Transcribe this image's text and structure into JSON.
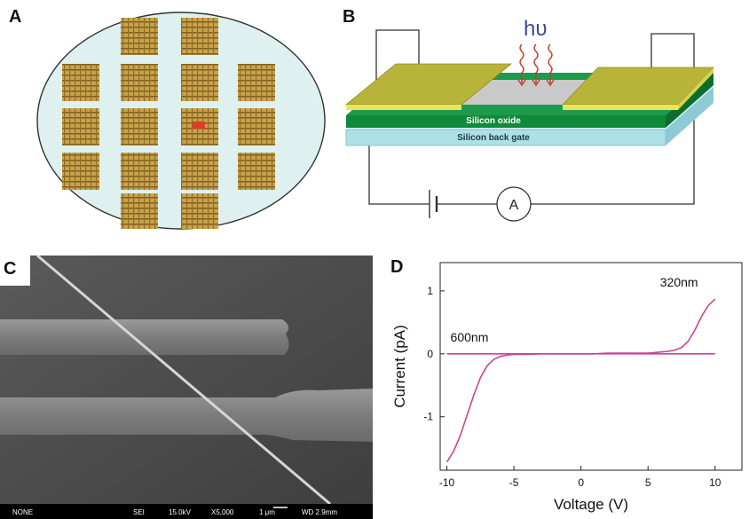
{
  "figure": {
    "panels": {
      "a": {
        "label": "A"
      },
      "b": {
        "label": "B",
        "photon_label": "hυ",
        "oxide_label": "Silicon oxide",
        "gate_label": "Silicon back gate",
        "ammeter_label": "A",
        "colors": {
          "electrode": "#b8b43a",
          "oxide": "#0f8a3a",
          "gate": "#aee0e8"
        }
      },
      "c": {
        "label": "C",
        "sem_info": {
          "detector": "NONE",
          "mode": "SEI",
          "voltage": "15.0kV",
          "magnification": "X5,000",
          "scale": "1 μm",
          "wd": "WD 2.9mm"
        }
      },
      "d": {
        "label": "D"
      }
    }
  },
  "chart_data": {
    "type": "line",
    "xlabel": "Voltage (V)",
    "ylabel": "Current (pA)",
    "xlim": [
      -10.5,
      12
    ],
    "ylim": [
      -1.85,
      1.45
    ],
    "xticks": [
      -10,
      -5,
      0,
      5,
      10
    ],
    "yticks": [
      -1,
      0,
      1
    ],
    "grid": false,
    "series": [
      {
        "name": "320nm",
        "color": "#c8449a",
        "x": [
          -10,
          -9.5,
          -9,
          -8.5,
          -8,
          -7.5,
          -7,
          -6.5,
          -6,
          -5.5,
          -5,
          -4,
          -3,
          -2,
          -1,
          0,
          1,
          2,
          3,
          4,
          5,
          5.5,
          6,
          6.5,
          7,
          7.5,
          8,
          8.5,
          9,
          9.5,
          10
        ],
        "y": [
          -1.72,
          -1.55,
          -1.3,
          -0.98,
          -0.66,
          -0.38,
          -0.19,
          -0.09,
          -0.04,
          -0.02,
          -0.01,
          -0.01,
          0,
          0,
          0,
          0,
          0,
          0.01,
          0.01,
          0.01,
          0.01,
          0.02,
          0.03,
          0.04,
          0.06,
          0.1,
          0.2,
          0.38,
          0.6,
          0.77,
          0.87
        ]
      },
      {
        "name": "600nm",
        "color": "#c8449a",
        "x": [
          -10,
          10
        ],
        "y": [
          0,
          0
        ]
      }
    ]
  }
}
